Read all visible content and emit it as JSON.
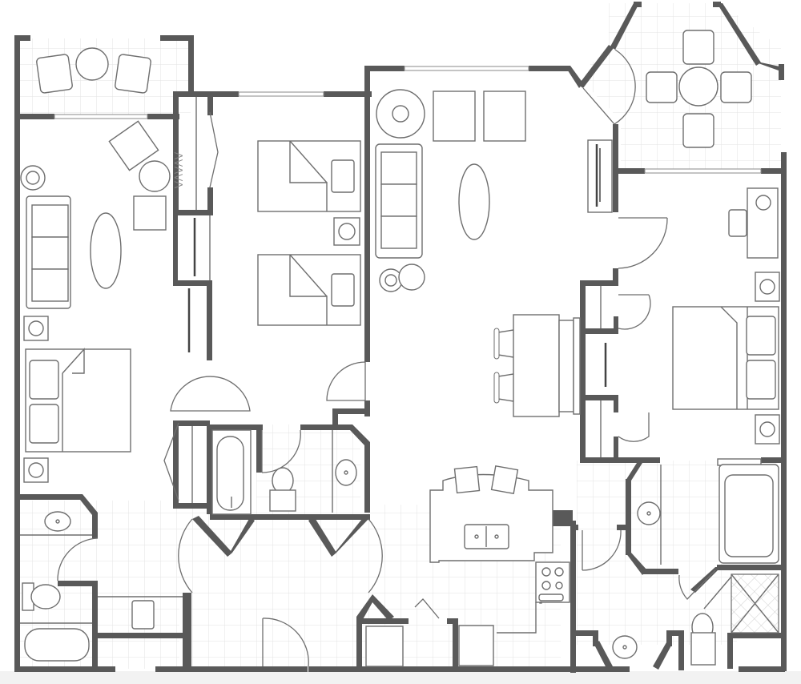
{
  "plan": {
    "title": "",
    "colors": {
      "wall": "#595959",
      "line": "#6e6e6e",
      "tile": "#e3e3e3",
      "background": "#ffffff"
    },
    "rooms": [
      {
        "name": "balcony-left",
        "type": "balcony",
        "furniture": [
          "armchair",
          "round-table",
          "armchair"
        ]
      },
      {
        "name": "living-room-left",
        "type": "living",
        "furniture": [
          "sofa",
          "coffee-table",
          "armchair",
          "side-table",
          "armchair",
          "end-table",
          "end-table"
        ]
      },
      {
        "name": "bedroom-left",
        "type": "bedroom",
        "furniture": [
          "king-bed",
          "nightstand"
        ]
      },
      {
        "name": "bedroom-twin",
        "type": "bedroom",
        "furniture": [
          "twin-bed",
          "twin-bed",
          "nightstand"
        ]
      },
      {
        "name": "living-room-main",
        "type": "living",
        "furniture": [
          "sofa",
          "coffee-table",
          "armchair",
          "armchair",
          "end-table",
          "end-table",
          "tv-console"
        ]
      },
      {
        "name": "balcony-right",
        "type": "balcony",
        "furniture": [
          "dining-table",
          "chair",
          "chair",
          "chair",
          "chair"
        ]
      },
      {
        "name": "bedroom-master",
        "type": "bedroom",
        "furniture": [
          "king-bed",
          "desk",
          "desk-chair",
          "nightstand",
          "nightstand"
        ]
      },
      {
        "name": "dining-area",
        "type": "dining",
        "furniture": [
          "dining-table",
          "bar-stool",
          "bar-stool"
        ]
      },
      {
        "name": "kitchen",
        "type": "kitchen",
        "furniture": [
          "island-sink",
          "stove",
          "bar-stool",
          "bar-stool",
          "refrigerator",
          "dishwasher"
        ]
      },
      {
        "name": "bath-left",
        "type": "bathroom",
        "furniture": [
          "sink",
          "toilet",
          "bathtub",
          "kitchenette-sink"
        ]
      },
      {
        "name": "bath-center",
        "type": "bathroom",
        "furniture": [
          "bathtub",
          "toilet",
          "sink"
        ]
      },
      {
        "name": "bath-master",
        "type": "bathroom",
        "furniture": [
          "sink",
          "jacuzzi-tub",
          "shower",
          "toilet",
          "sink"
        ]
      },
      {
        "name": "entry-foyer",
        "type": "hallway",
        "furniture": []
      }
    ]
  }
}
